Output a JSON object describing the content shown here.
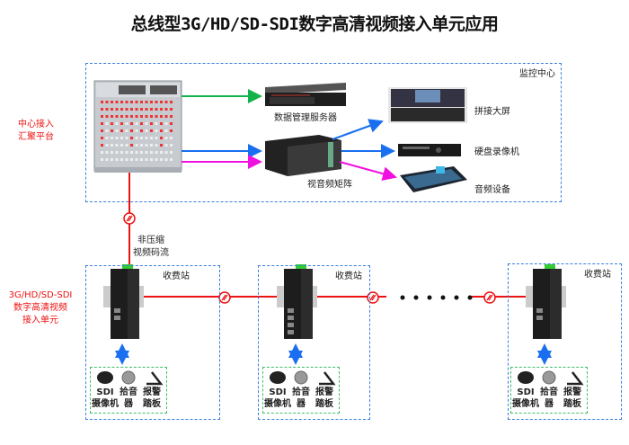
{
  "title": "总线型3G/HD/SD-SDI数字高清视频接入单元应用",
  "monitor_center": {
    "label": "监控中心",
    "devices": {
      "server": "数据管理服务器",
      "matrix": "视音频矩阵",
      "video_wall": "拼接大屏",
      "dvr": "硬盘录像机",
      "audio": "音频设备"
    }
  },
  "left_labels": {
    "center_platform": [
      "中心接入",
      "汇聚平台"
    ],
    "access_unit": [
      "3G/HD/SD-SDI",
      "数字高清视频",
      "接入单元"
    ]
  },
  "stream_label": [
    "非压缩",
    "视频码流"
  ],
  "stations": [
    {
      "label": "收费站",
      "devices": [
        {
          "name": "SDI",
          "name2": "摄像机"
        },
        {
          "name": "拾音",
          "name2": "器"
        },
        {
          "name": "报警",
          "name2": "踏板"
        }
      ]
    },
    {
      "label": "收费站",
      "devices": [
        {
          "name": "SDI",
          "name2": "摄像机"
        },
        {
          "name": "拾音",
          "name2": "器"
        },
        {
          "name": "报警",
          "name2": "踏板"
        }
      ]
    },
    {
      "label": "收费站",
      "devices": [
        {
          "name": "SDI",
          "name2": "摄像机"
        },
        {
          "name": "拾音",
          "name2": "器"
        },
        {
          "name": "报警",
          "name2": "踏板"
        }
      ]
    }
  ],
  "colors": {
    "fiber": "#ee1111",
    "link_blue": "#1a6ff0",
    "link_green": "#13b34a",
    "link_magenta": "#f011e0",
    "frame_blue": "#3b7fe0",
    "frame_green": "#3cbf6a"
  }
}
